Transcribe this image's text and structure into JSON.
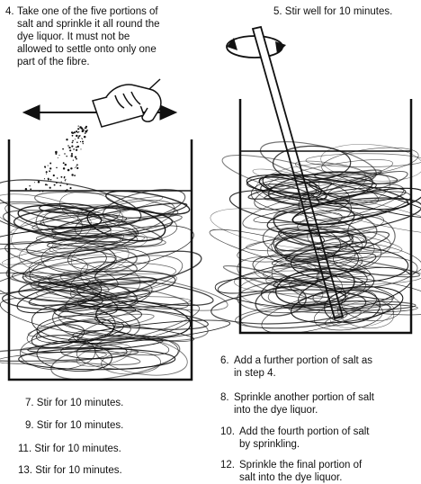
{
  "steps": {
    "step4": {
      "number": "4.",
      "lines": [
        "Take one of the five portions of",
        "salt and sprinkle it all round the",
        "dye liquor.  It must not be",
        "allowed to settle onto only one",
        "part of the fibre."
      ]
    },
    "step5": {
      "number": "5.",
      "text": "Stir well for 10 minutes."
    },
    "step6": {
      "number": "6.",
      "lines": [
        "Add a further portion of salt as",
        "in step 4."
      ]
    },
    "step7": {
      "number": "7.",
      "text": "Stir for 10 minutes."
    },
    "step8": {
      "number": "8.",
      "lines": [
        "Sprinkle another portion of salt",
        "into the dye liquor."
      ]
    },
    "step9": {
      "number": "9.",
      "text": "Stir for 10 minutes."
    },
    "step10": {
      "number": "10.",
      "lines": [
        "Add the fourth portion of salt",
        "by sprinkling."
      ]
    },
    "step11": {
      "number": "11.",
      "text": "Stir for 10 minutes."
    },
    "step12": {
      "number": "12.",
      "lines": [
        "Sprinkle the final portion of",
        "salt into the dye liquor."
      ]
    },
    "step13": {
      "number": "13.",
      "text": "Stir for 10 minutes."
    }
  },
  "colors": {
    "ink": "#111111",
    "paper": "#ffffff"
  }
}
